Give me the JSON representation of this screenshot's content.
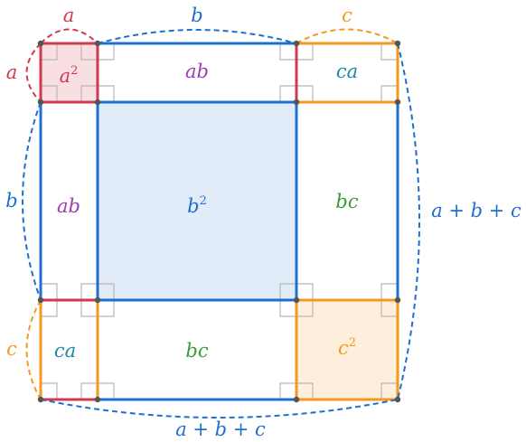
{
  "top_labels": {
    "a": "a",
    "b": "b",
    "c": "c"
  },
  "left_labels": {
    "a": "a",
    "b": "b",
    "c": "c"
  },
  "right_label": "a + b + c",
  "bottom_label": "a + b + c",
  "regions": {
    "a_squared": {
      "base": "a",
      "exp": "2"
    },
    "ab_top": "ab",
    "ca_top": "ca",
    "ab_left": "ab",
    "b_squared": {
      "base": "b",
      "exp": "2"
    },
    "bc_right": "bc",
    "ca_bottom": "ca",
    "bc_bottom": "bc",
    "c_squared": {
      "base": "c",
      "exp": "2"
    }
  },
  "colors": {
    "a": "#d03a4c",
    "b": "#1f6fd1",
    "c": "#f39a1e",
    "ab_text": "#9a3fb5",
    "ca_text": "#1c8aa5",
    "bc_text": "#3a9a3a",
    "a_fill": "#f8dfe1",
    "b_fill": "#e1ecf8",
    "c_fill": "#fdefdc",
    "corner_marker": "#b8b8b8",
    "vertex": "#555555"
  }
}
